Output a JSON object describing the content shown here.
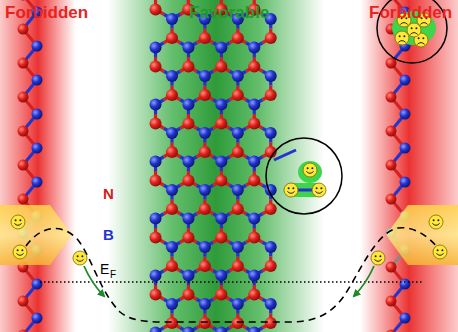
{
  "diagram": {
    "labels": [
      "Forbidden",
      "Favorable",
      "Forbidden",
      "N",
      "B",
      "E",
      "F"
    ]
  }
}
